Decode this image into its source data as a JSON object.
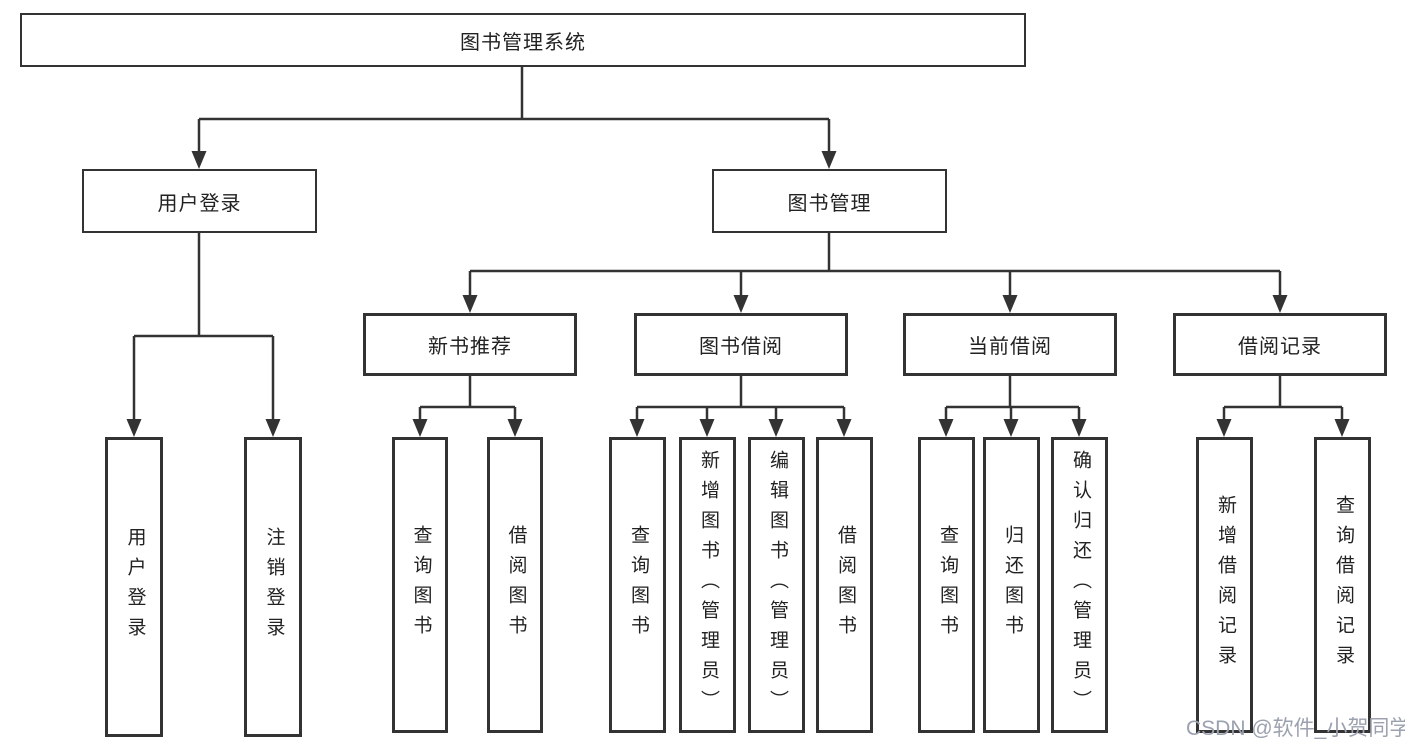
{
  "diagram_type": "hierarchy-tree",
  "colors": {
    "line": "#333333",
    "box_border": "#333333",
    "text": "#222222",
    "background": "#ffffff",
    "watermark": "#9ba1ae"
  },
  "tree": {
    "label": "图书管理系统",
    "children": [
      {
        "label": "用户登录",
        "children": [
          {
            "label": "用户登录"
          },
          {
            "label": "注销登录"
          }
        ]
      },
      {
        "label": "图书管理",
        "children": [
          {
            "label": "新书推荐",
            "children": [
              {
                "label": "查询图书"
              },
              {
                "label": "借阅图书"
              }
            ]
          },
          {
            "label": "图书借阅",
            "children": [
              {
                "label": "查询图书"
              },
              {
                "label": "新增图书（管理员）"
              },
              {
                "label": "编辑图书（管理员）"
              },
              {
                "label": "借阅图书"
              }
            ]
          },
          {
            "label": "当前借阅",
            "children": [
              {
                "label": "查询图书"
              },
              {
                "label": "归还图书"
              },
              {
                "label": "确认归还（管理员）"
              }
            ]
          },
          {
            "label": "借阅记录",
            "children": [
              {
                "label": "新增借阅记录"
              },
              {
                "label": "查询借阅记录"
              }
            ]
          }
        ]
      }
    ]
  },
  "watermark": {
    "text": "CSDN @软件_小贺同学"
  }
}
